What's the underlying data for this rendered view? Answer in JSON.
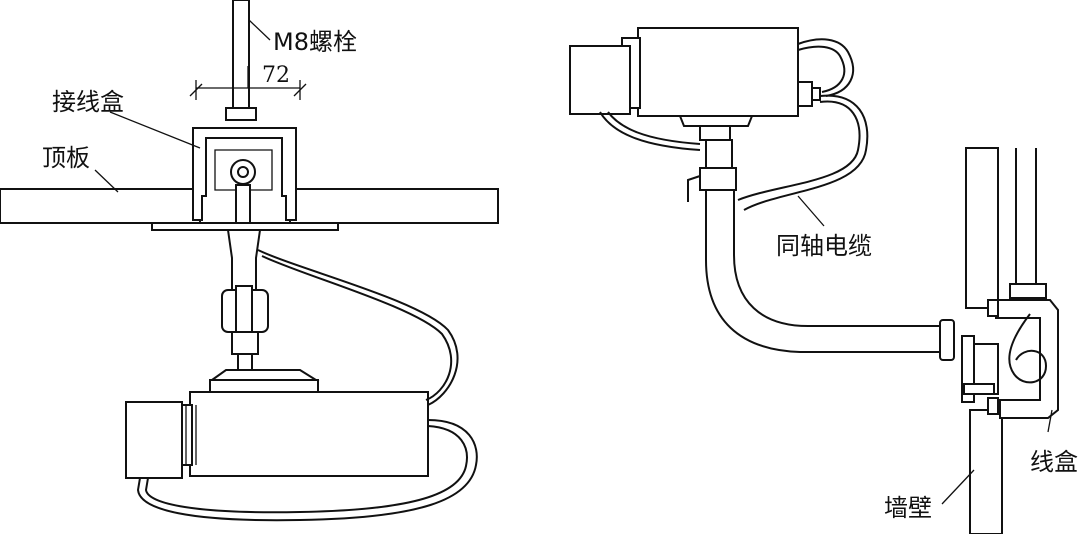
{
  "labels": {
    "bolt": "M8螺栓",
    "dimension": "72",
    "junction_box": "接线盒",
    "ceiling": "顶板",
    "coax_cable": "同轴电缆",
    "wire_box": "线盒",
    "wall": "墙壁"
  },
  "colors": {
    "ink": "#111111",
    "background": "#ffffff"
  }
}
